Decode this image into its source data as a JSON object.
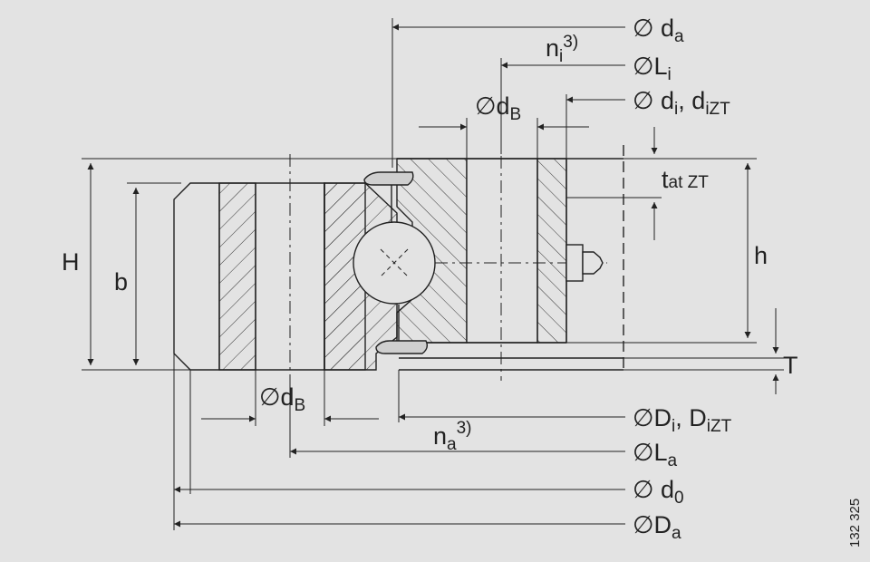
{
  "diagram": {
    "labels": {
      "da": "∅ d",
      "da_sub": "a",
      "ni": "n",
      "ni_sub": "i",
      "ni_sup": "3)",
      "Li": "∅L",
      "Li_sub": "i",
      "di": "∅ d",
      "di_sub": "i",
      "di_sep": ", d",
      "di_sub2": "iZT",
      "dB_top": "∅d",
      "dB_top_sub": "B",
      "tat": "t",
      "tat_sub": "at ZT",
      "h": "h",
      "H": "H",
      "b": "b",
      "T": "T",
      "dB_bot": "∅d",
      "dB_bot_sub": "B",
      "Di": "∅D",
      "Di_sub": "i",
      "Di_sep": ", D",
      "Di_sub2": "iZT",
      "na": "n",
      "na_sub": "a",
      "na_sup": "3)",
      "La": "∅L",
      "La_sub": "a",
      "d0": "∅ d",
      "d0_sub": "0",
      "Da": "∅D",
      "Da_sub": "a"
    },
    "figure_number": "132 325"
  },
  "colors": {
    "background": "#e3e3e3",
    "line": "#222222",
    "seal_fill": "#cfcfcf"
  }
}
